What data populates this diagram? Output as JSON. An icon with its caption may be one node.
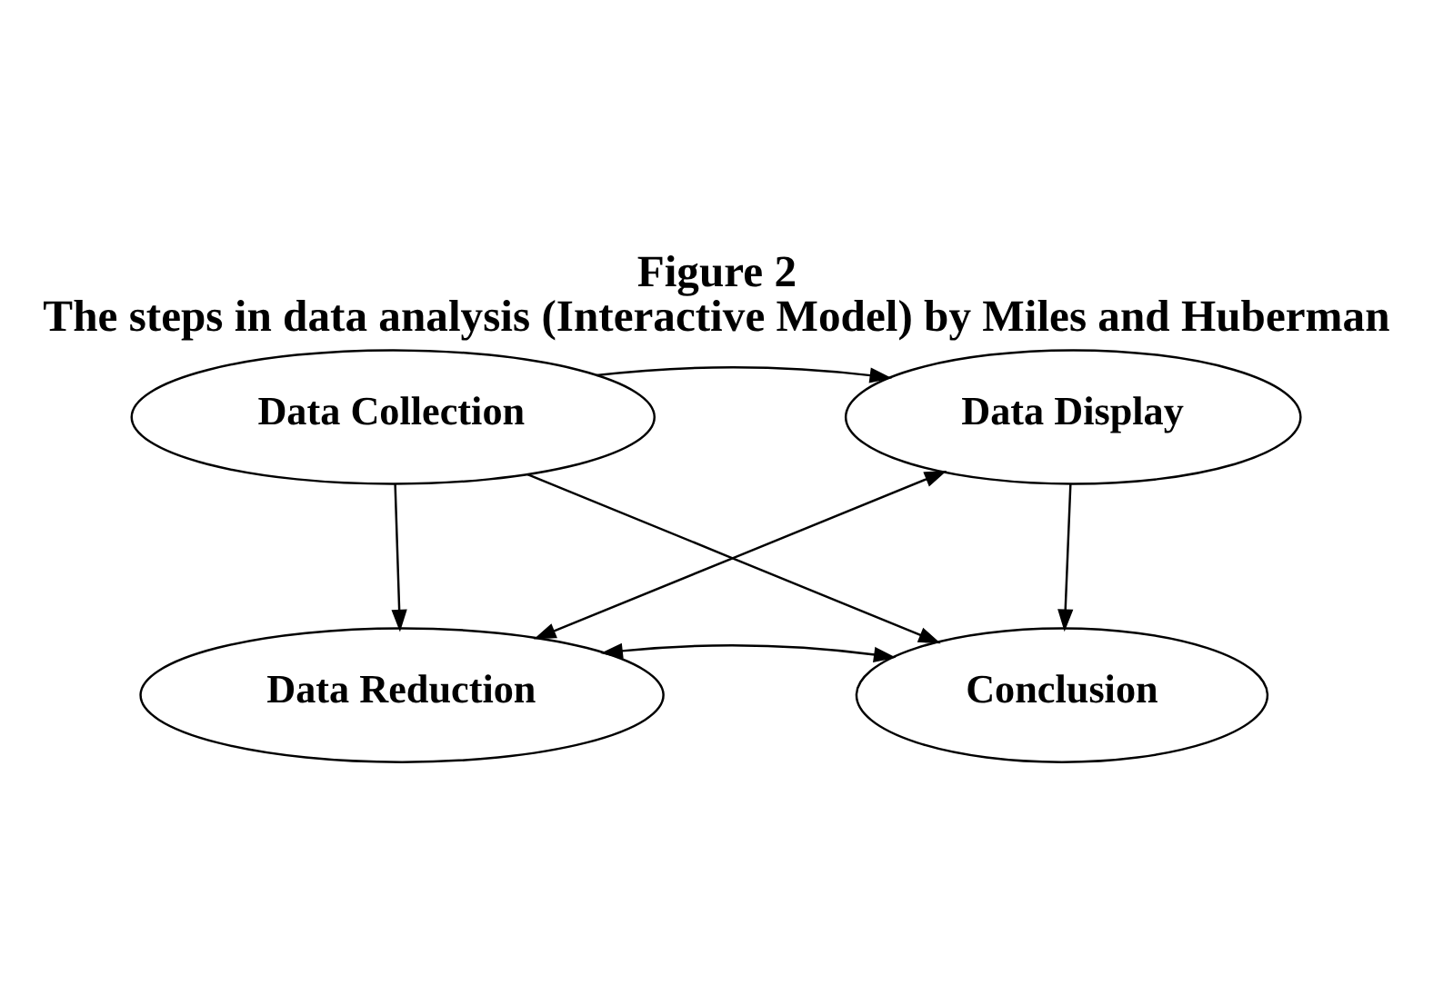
{
  "diagram": {
    "title": "Figure 2",
    "caption": "The steps in data analysis (Interactive Model) by Miles and Huberman",
    "nodes": [
      {
        "text": [
          "Data Collection"
        ]
      },
      {
        "text": [
          "Data Display"
        ]
      },
      {
        "text": [
          "Data Reduction"
        ]
      },
      {
        "text": [
          "Conclusion"
        ]
      }
    ],
    "edges": [
      {
        "from": 0,
        "to": 1,
        "arrow": "to"
      },
      {
        "from": 0,
        "to": 2,
        "arrow": "to"
      },
      {
        "from": 1,
        "to": 3,
        "arrow": "to"
      },
      {
        "from": 2,
        "to": 1,
        "arrow": "both"
      },
      {
        "from": 2,
        "to": 3,
        "arrow": "both"
      },
      {
        "from": 0,
        "to": 3,
        "arrow": "to"
      }
    ]
  }
}
